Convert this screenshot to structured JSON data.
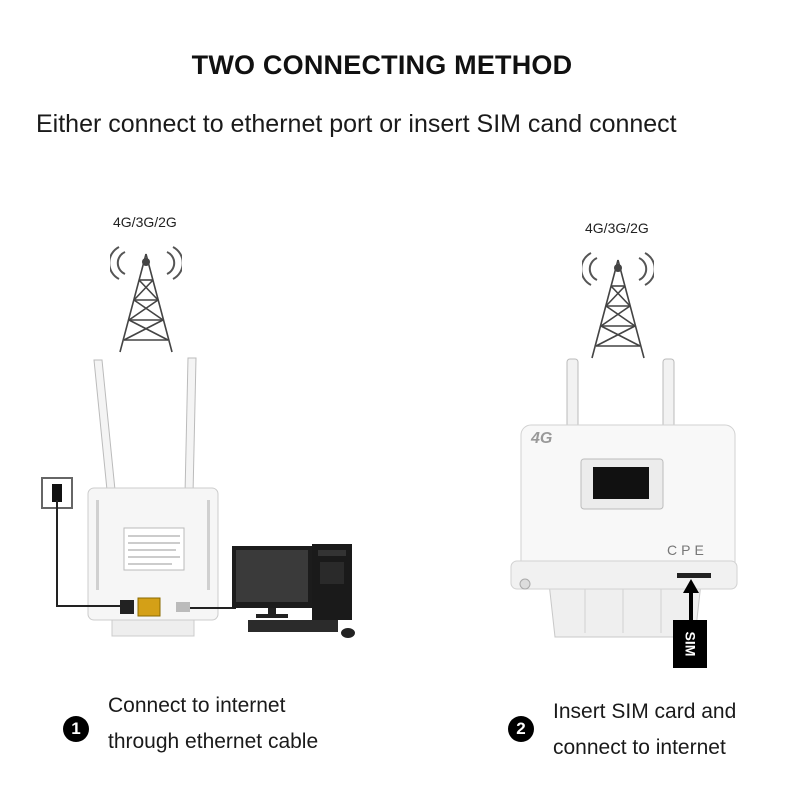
{
  "heading": {
    "title": "TWO CONNECTING METHOD",
    "subtitle": "Either connect to ethernet port or insert SIM cand connect"
  },
  "method1": {
    "network_label": "4G/3G/2G",
    "step_number": "1",
    "line1": "Connect to internet",
    "line2": "through ethernet cable"
  },
  "method2": {
    "network_label": "4G/3G/2G",
    "device_badge": "4G",
    "device_model": "CPE",
    "sim_label": "SIM",
    "step_number": "2",
    "line1": "Insert SIM card and",
    "line2": "connect to internet"
  }
}
